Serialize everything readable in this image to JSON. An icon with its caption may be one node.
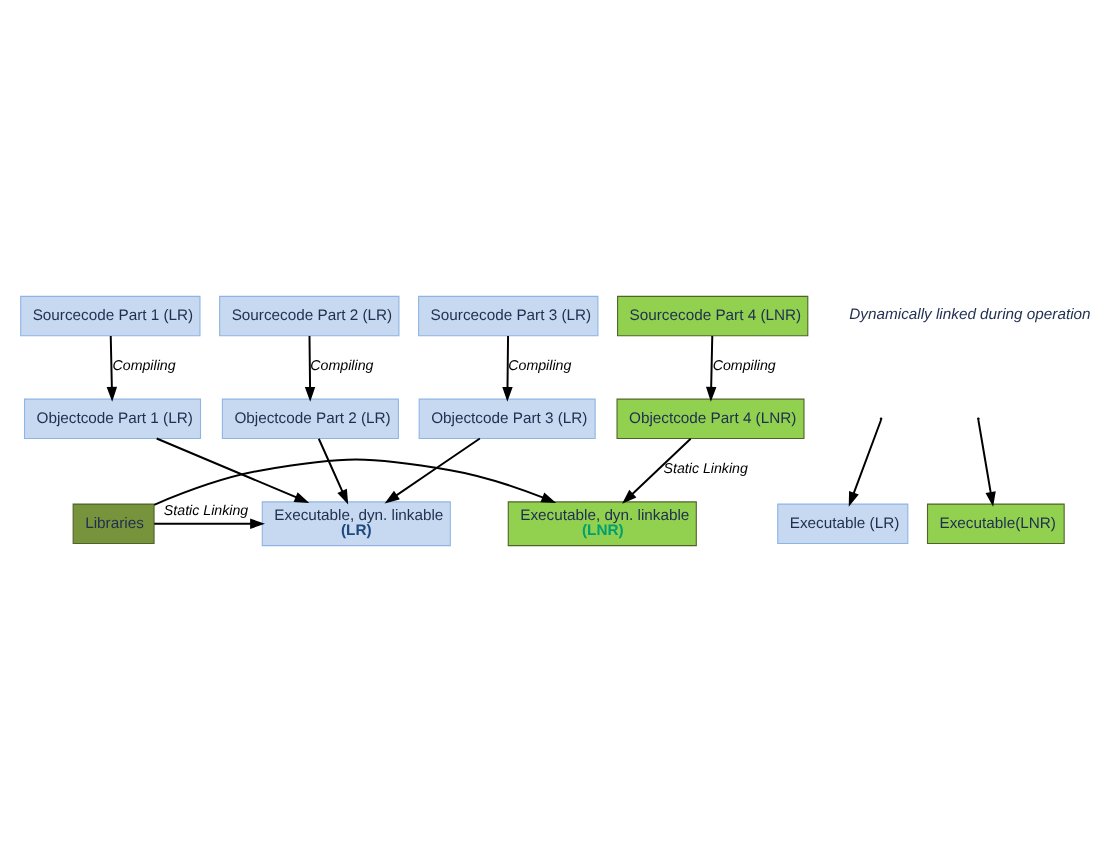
{
  "diagram": {
    "nodes": [
      {
        "text": [
          "Sourcecode Part 1 (LR)"
        ]
      },
      {
        "text": [
          "Sourcecode Part 2 (LR)"
        ]
      },
      {
        "text": [
          "Sourcecode Part 3 (LR)"
        ]
      },
      {
        "text": [
          "Sourcecode Part 4 (LNR)"
        ]
      },
      {
        "text": [
          "Objectcode Part 1 (LR)"
        ]
      },
      {
        "text": [
          "Objectcode Part 2 (LR)"
        ]
      },
      {
        "text": [
          "Objectcode Part 3 (LR)"
        ]
      },
      {
        "text": [
          "Objectcode Part 4 (LNR)"
        ]
      },
      {
        "text": [
          "Libraries"
        ]
      },
      {
        "text": [
          "Executable, dyn. linkable",
          "(LR)"
        ]
      },
      {
        "text": [
          "Executable, dyn. linkable",
          "(LNR)"
        ]
      },
      {
        "text": [
          "Executable (LR)"
        ]
      },
      {
        "text": [
          "Executable(LNR)"
        ]
      }
    ],
    "edges": [
      {
        "from": 0,
        "to": 4,
        "arrow": "to",
        "label": "Compiling"
      },
      {
        "from": 1,
        "to": 5,
        "arrow": "to",
        "label": "Compiling"
      },
      {
        "from": 2,
        "to": 6,
        "arrow": "to",
        "label": "Compiling"
      },
      {
        "from": 3,
        "to": 7,
        "arrow": "to",
        "label": "Compiling"
      },
      {
        "from": 4,
        "to": 9,
        "arrow": "to"
      },
      {
        "from": 5,
        "to": 9,
        "arrow": "to"
      },
      {
        "from": 6,
        "to": 9,
        "arrow": "to"
      },
      {
        "from": 8,
        "to": 9,
        "arrow": "to",
        "label": "Static Linking"
      },
      {
        "from": 7,
        "to": 10,
        "arrow": "to",
        "label": "Static Linking"
      },
      {
        "from": 8,
        "to": 10,
        "arrow": "to"
      },
      {
        "from": null,
        "to": 11,
        "arrow": "to"
      },
      {
        "from": null,
        "to": 12,
        "arrow": "to"
      }
    ],
    "labels": [
      "Dynamically linked during operation"
    ]
  }
}
